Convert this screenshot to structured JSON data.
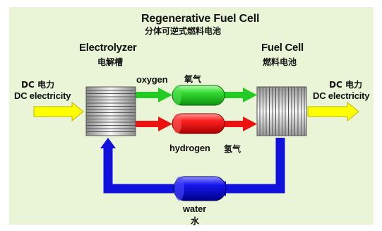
{
  "title": {
    "en": "Regenerative Fuel Cell",
    "zh": "分体可逆式燃料电池"
  },
  "electrolyzer": {
    "en": "Electrolyzer",
    "zh": "电解槽"
  },
  "fuel_cell": {
    "en": "Fuel Cell",
    "zh": "燃料电池"
  },
  "dc_input": {
    "zh": "DC 电力",
    "en": "DC electricity"
  },
  "dc_output": {
    "zh": "DC 电力",
    "en": "DC electricity"
  },
  "oxygen": {
    "en": "oxygen",
    "zh": "氧气",
    "color": "#22cc22"
  },
  "hydrogen": {
    "en": "hydrogen",
    "zh": "氢气",
    "color": "#ee1111"
  },
  "water": {
    "en": "water",
    "zh": "水",
    "color": "#1111dd"
  },
  "colors": {
    "background": "#eaf5d8",
    "electricity_arrow": "#ffff00",
    "stack": "#c8c8c8"
  }
}
